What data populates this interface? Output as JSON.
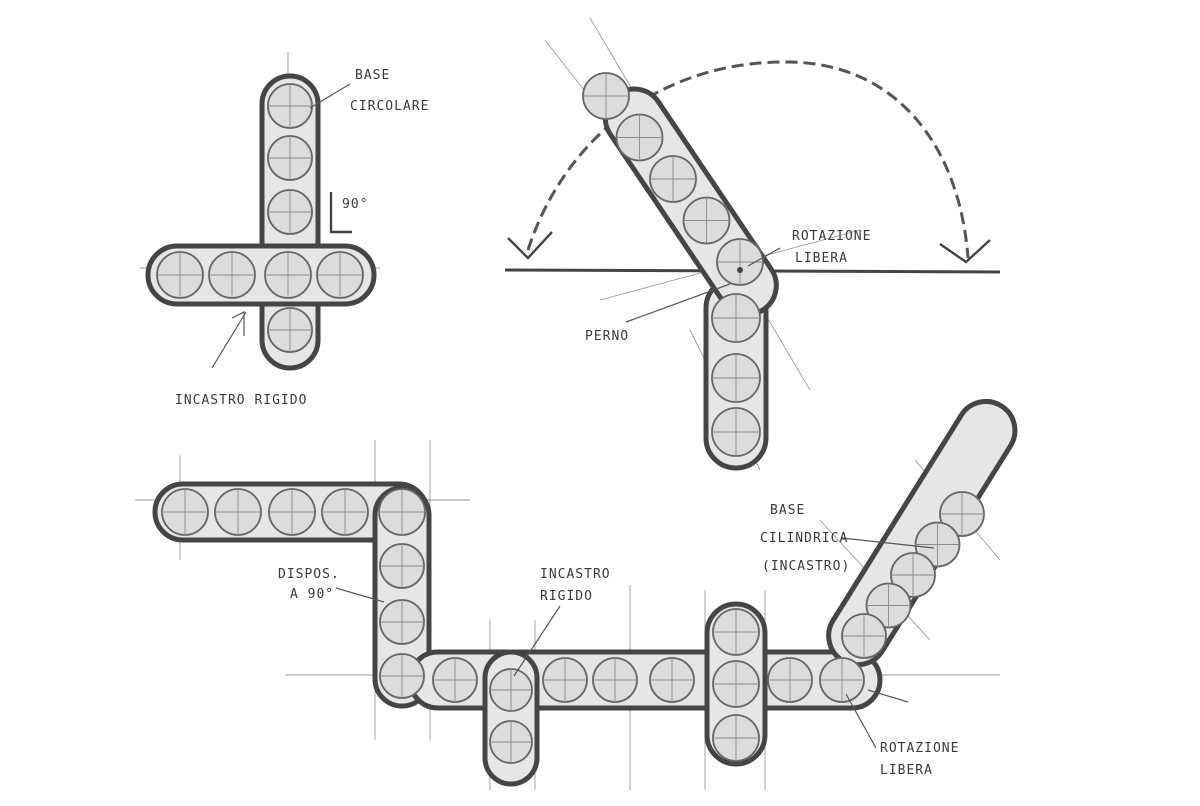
{
  "labels": {
    "base_circolare": [
      "BASE",
      "CIRCOLARE"
    ],
    "angle_90": "90°",
    "incastro_rigido_1": "INCASTRO RIGIDO",
    "rotazione_libera_1": [
      "ROTAZIONE",
      "LIBERA"
    ],
    "perno": "PERNO",
    "dispos_90": [
      "DISPOS.",
      "A 90°"
    ],
    "incastro_rigido_2": [
      "INCASTRO",
      "RIGIDO"
    ],
    "base_cilindrica": [
      "BASE",
      "CILINDRICA",
      "(INCASTRO)"
    ],
    "rotazione_libera_2": [
      "ROTAZIONE",
      "LIBERA"
    ]
  },
  "colors": {
    "ink": "#454545",
    "fill": "#e6e6e6",
    "paper": "#ffffff"
  }
}
